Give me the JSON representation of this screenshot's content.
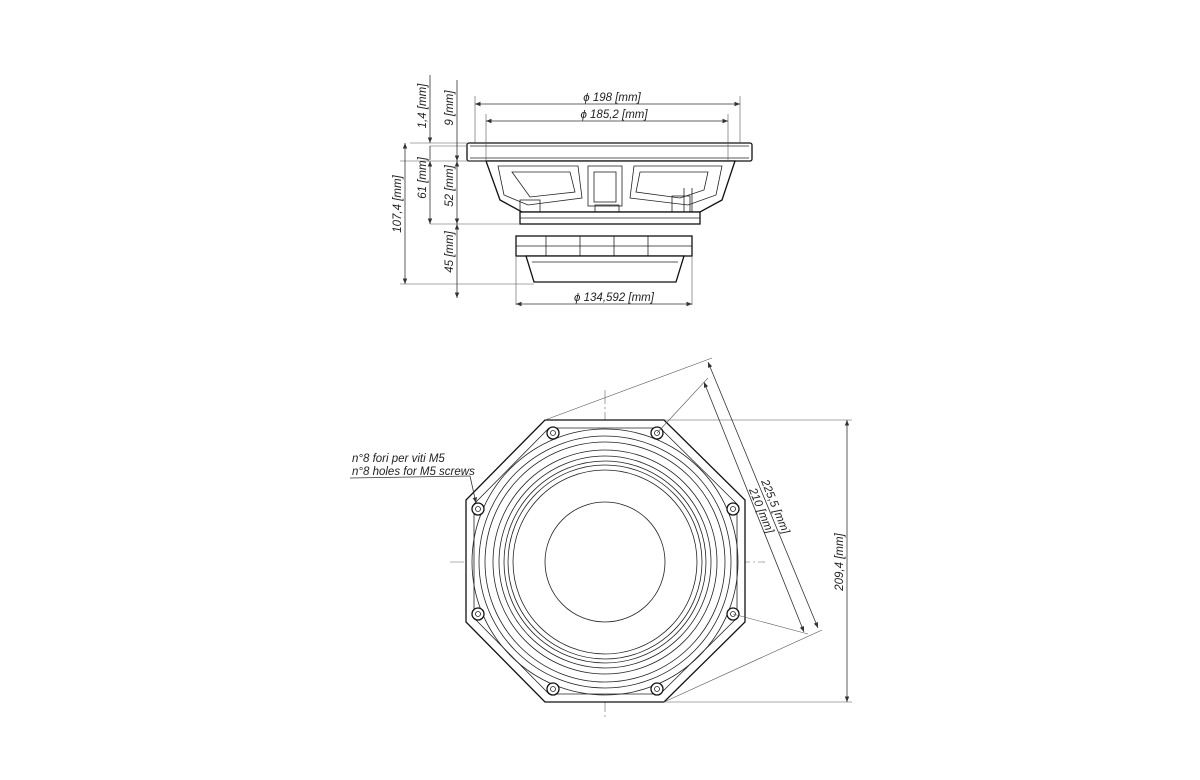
{
  "side_view": {
    "dim_outer_diameter": "ϕ 198 [mm]",
    "dim_cutout_diameter": "ϕ 185,2 [mm]",
    "dim_magnet_diameter": "ϕ 134,592 [mm]",
    "dim_flange_height": "1,4 [mm]",
    "dim_flange_thickness": "9 [mm]",
    "dim_total_depth": "107,4 [mm]",
    "dim_basket_depth": "61 [mm]",
    "dim_frame_depth": "52 [mm]",
    "dim_magnet_depth": "45 [mm]"
  },
  "front_view": {
    "note_mounting_it": "n°8 fori per viti M5",
    "note_mounting_en": "n°8 holes for M5 screws",
    "dim_diagonal_outer": "225,5 [mm]",
    "dim_diagonal_inner": "210 [mm]",
    "dim_height": "209,4 [mm]"
  }
}
